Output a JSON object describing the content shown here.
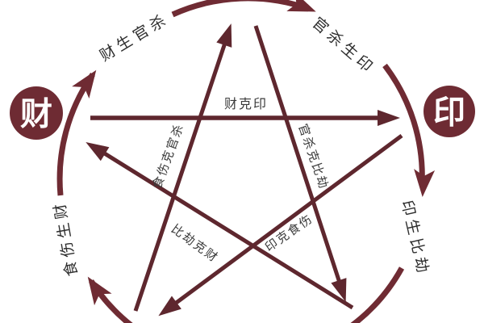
{
  "diagram_type": "five-elements-ten-gods-cycle",
  "colors": {
    "ring_arrow": "#6f2b33",
    "star_arrow": "#5e272e",
    "label_text": "#333333",
    "badge_fill": "#6e2b33",
    "badge_text": "#ffffff",
    "background": "#ffffff"
  },
  "badges": [
    {
      "id": "wealth",
      "label": "财"
    },
    {
      "id": "seal",
      "label": "印"
    }
  ],
  "generation_arrows": [
    {
      "id": "shishang-sheng-cai",
      "label": "食伤生财"
    },
    {
      "id": "cai-sheng-guansha",
      "label": "财生官杀"
    },
    {
      "id": "guansha-sheng-yin",
      "label": "官杀生印"
    },
    {
      "id": "yin-sheng-bijie",
      "label": "印生比劫"
    }
  ],
  "restraint_arrows": [
    {
      "id": "cai-ke-yin",
      "label": "财克印"
    },
    {
      "id": "shishang-ke-guansha",
      "label": "食伤克官杀"
    },
    {
      "id": "guansha-ke-bijie",
      "label": "官杀克比劫"
    },
    {
      "id": "bijie-ke-cai",
      "label": "比劫克财"
    },
    {
      "id": "yin-ke-shishang",
      "label": "印克食伤"
    }
  ]
}
